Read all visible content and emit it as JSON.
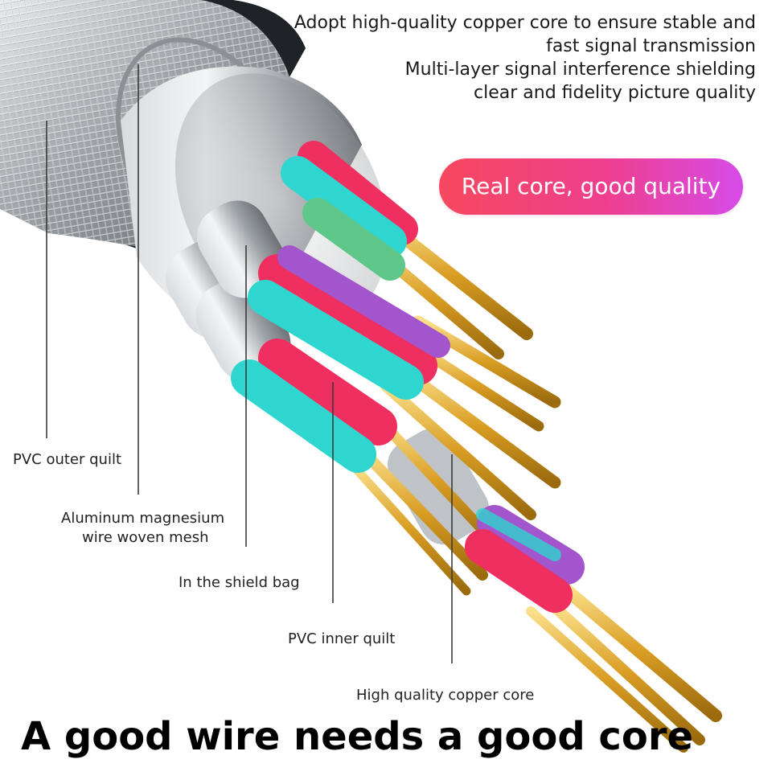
{
  "headline": {
    "lines": [
      "Adopt high-quality copper core to ensure stable and",
      "fast signal transmission",
      "Multi-layer signal interference shielding",
      "clear and fidelity picture quality"
    ]
  },
  "badge": {
    "text": "Real core, good quality"
  },
  "callouts": [
    {
      "text": "PVC outer quilt"
    },
    {
      "text": "Aluminum magnesium"
    },
    {
      "text": "wire woven mesh"
    },
    {
      "text": "In the shield bag"
    },
    {
      "text": "PVC inner quilt"
    },
    {
      "text": "High quality copper core"
    }
  ],
  "tagline": {
    "text": "A good wire needs a good core"
  },
  "colors": {
    "badge_gradient_start": "#f7485f",
    "badge_gradient_end": "#d64be8",
    "wire_cyan": "#2fd6cf",
    "wire_red": "#ef2f5f",
    "wire_green": "#5fc789",
    "wire_purple": "#a255cc",
    "copper": "#e0aa2c",
    "braid": "#b9bcc0"
  }
}
